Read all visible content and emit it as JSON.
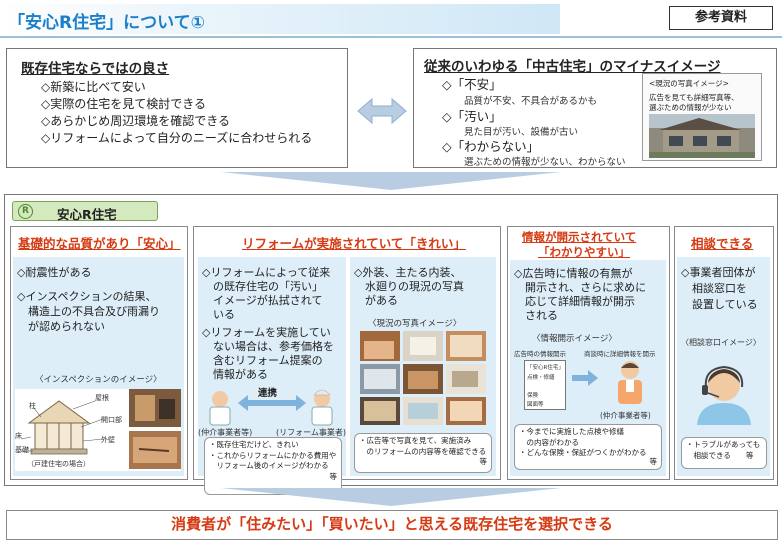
{
  "header": {
    "title": "「安心R住宅」について①",
    "reference_label": "参考資料"
  },
  "left_box": {
    "heading": "既存住宅ならではの良さ",
    "items": [
      "◇新築に比べて安い",
      "◇実際の住宅を見て検討できる",
      "◇あらかじめ周辺環境を確認できる",
      "◇リフォームによって自分のニーズに合わせられる"
    ]
  },
  "right_box": {
    "heading": "従来のいわゆる「中古住宅」のマイナスイメージ",
    "items": [
      {
        "title": "◇「不安」",
        "desc": "品質が不安、不具合があるかも"
      },
      {
        "title": "◇「汚い」",
        "desc": "見た目が汚い、設備が古い"
      },
      {
        "title": "◇「わからない」",
        "desc": "選ぶための情報が少ない、わからない"
      }
    ],
    "photo": {
      "caption_title": "<現況の写真イメージ>",
      "caption_lines": [
        "広告を見ても詳細写真等、",
        "選ぶための情報が少ない"
      ]
    }
  },
  "anshin": {
    "mark": "R",
    "label": "安心R住宅"
  },
  "columns": {
    "quality": {
      "heading": "基礎的な品質があり「安心」",
      "items": [
        "◇耐震性がある",
        "◇インスペクションの結果、",
        "　構造上の不具合及び雨漏り",
        "　が認められない"
      ],
      "image_caption": "〈インスペクションのイメージ〉",
      "diagram_labels": [
        "屋根",
        "開口部",
        "柱",
        "外壁",
        "基礎",
        "床"
      ],
      "diagram_caption": "（戸建住宅の場合）"
    },
    "reform": {
      "heading": "リフォームが実施されていて「きれい」",
      "left_items": [
        "◇リフォームによって従来",
        "　の既存住宅の「汚い」",
        "　イメージが払拭されて",
        "　いる",
        "◇リフォームを実施してい",
        "　ない場合は、参考価格を",
        "　含むリフォーム提案の",
        "　情報がある"
      ],
      "link_label": "連携",
      "agent_left": "(仲介事業者等)",
      "agent_right": "(リフォーム事業者)",
      "left_note": [
        "・既存住宅だけど、きれい",
        "・これからリフォームにかかる費用や",
        "　リフォーム後のイメージがわかる",
        "等"
      ],
      "right_items": [
        "◇外装、主たる内装、",
        "　水廻りの現況の写真",
        "　がある"
      ],
      "photo_caption": "〈現況の写真イメージ〉",
      "right_note": [
        "・広告等で写真を見て、実施済み",
        "　のリフォームの内容等を確認できる",
        "等"
      ]
    },
    "info": {
      "heading_line1": "情報が開示されていて",
      "heading_line2": "「わかりやすい」",
      "items": [
        "◇広告時に情報の有無が",
        "　開示され、さらに求めに",
        "　応じて詳細情報が開示",
        "　される"
      ],
      "image_caption": "〈情報開示イメージ〉",
      "flow_left": "広告時の情報開示",
      "flow_right": "商談時に詳細情報を開示",
      "doc_lines": [
        "「安心R住宅」",
        "点検・修繕",
        "",
        "保険",
        "図面等"
      ],
      "agent": "(仲介事業者等)",
      "note": [
        "・今までに実施した点検や修繕",
        "　の内容がわかる",
        "・どんな保険・保証がつくかがわかる",
        "等"
      ]
    },
    "consult": {
      "heading": "相談できる",
      "items": [
        "◇事業者団体が",
        "　相談窓口を",
        "　設置している"
      ],
      "image_caption": "〈相談窓口イメージ〉",
      "note": [
        "・トラブルがあっても",
        "　相談できる　　等"
      ]
    }
  },
  "conclusion": "消費者が「住みたい」「買いたい」と思える既存住宅を選択できる",
  "colors": {
    "accent_blue": "#1b7fc9",
    "accent_red": "#d63a12",
    "panel_blue": "#ddeef8",
    "label_green": "#d5e9bf"
  }
}
